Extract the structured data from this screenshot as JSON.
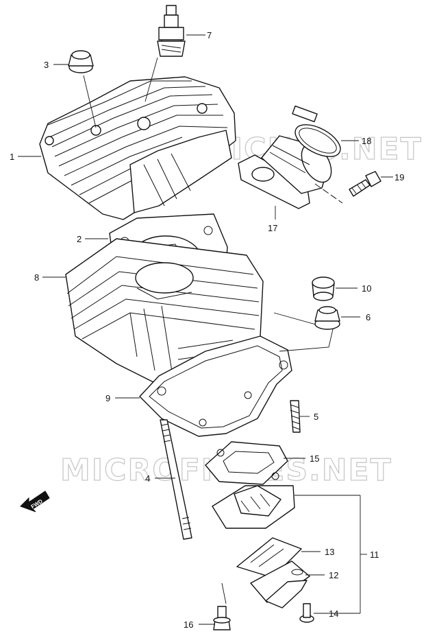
{
  "watermark": "MICROFICHES.NET",
  "fwd_label": "FWD",
  "callouts": {
    "p1": "1",
    "p2": "2",
    "p3": "3",
    "p4": "4",
    "p5": "5",
    "p6": "6",
    "p7": "7",
    "p8": "8",
    "p9": "9",
    "p10": "10",
    "p11": "11",
    "p12": "12",
    "p13": "13",
    "p14": "14",
    "p15": "15",
    "p16": "16",
    "p17": "17",
    "p18": "18",
    "p19": "19"
  }
}
